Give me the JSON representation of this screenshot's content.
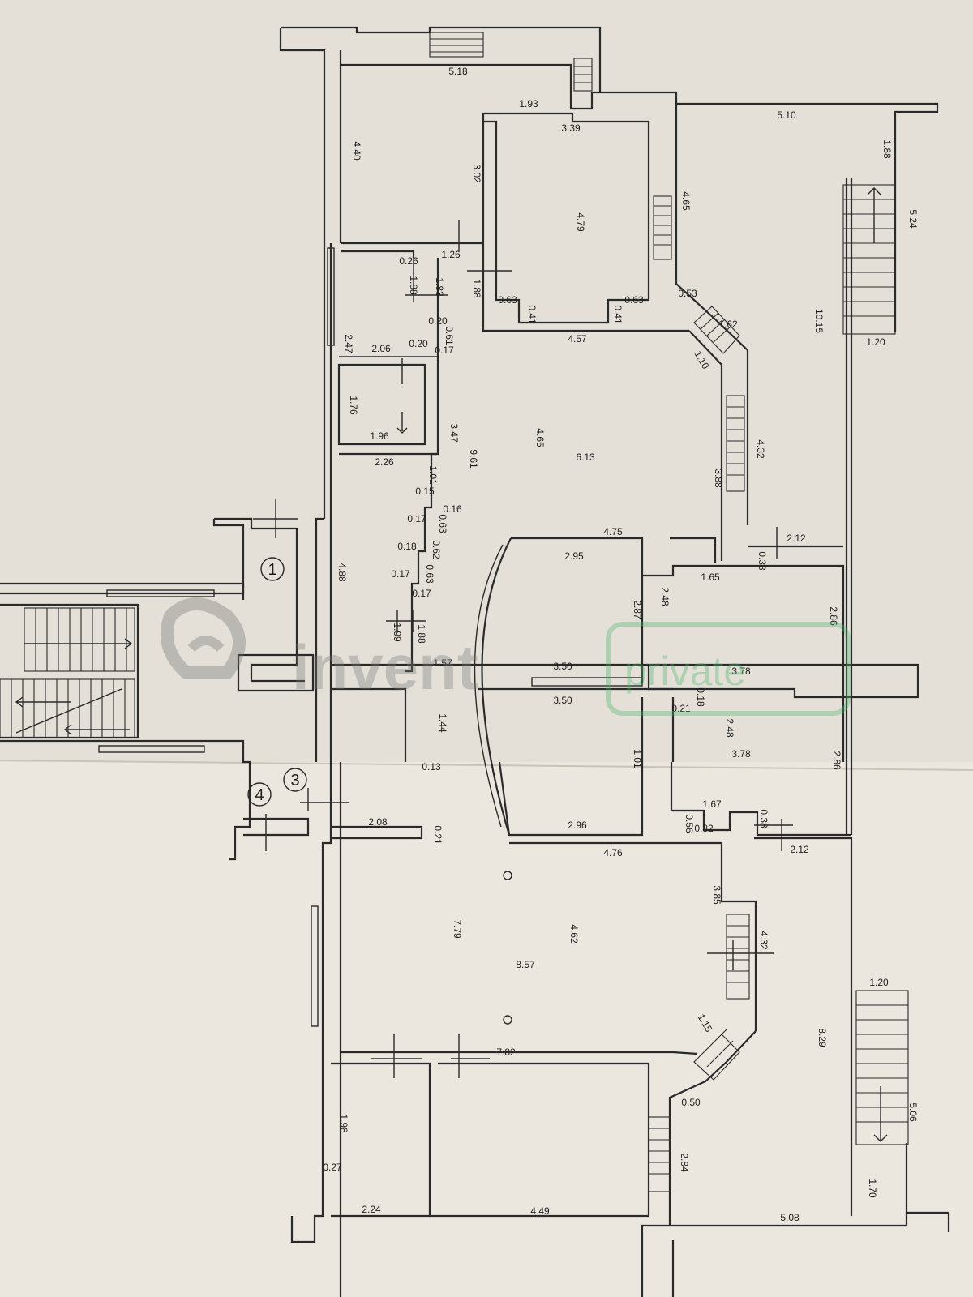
{
  "floor_plan": {
    "dimensions": [
      {
        "id": "d1",
        "text": "5.18"
      },
      {
        "id": "d2",
        "text": "4.40"
      },
      {
        "id": "d3",
        "text": "1.93"
      },
      {
        "id": "d4",
        "text": "3.39"
      },
      {
        "id": "d5",
        "text": "3.02"
      },
      {
        "id": "d6",
        "text": "4.79"
      },
      {
        "id": "d7",
        "text": "4.65"
      },
      {
        "id": "d8",
        "text": "5.10"
      },
      {
        "id": "d9",
        "text": "1.88"
      },
      {
        "id": "d10",
        "text": "5.24"
      },
      {
        "id": "d11",
        "text": "0.26"
      },
      {
        "id": "d12",
        "text": "1.26"
      },
      {
        "id": "d13",
        "text": "1.88"
      },
      {
        "id": "d14",
        "text": "1.83"
      },
      {
        "id": "d15",
        "text": "1.88"
      },
      {
        "id": "d16",
        "text": "0.63"
      },
      {
        "id": "d17",
        "text": "0.63"
      },
      {
        "id": "d18",
        "text": "0.41"
      },
      {
        "id": "d19",
        "text": "0.41"
      },
      {
        "id": "d20",
        "text": "0.53"
      },
      {
        "id": "d21",
        "text": "0.20"
      },
      {
        "id": "d22",
        "text": "0.61"
      },
      {
        "id": "d23",
        "text": "0.20"
      },
      {
        "id": "d24",
        "text": "0.17"
      },
      {
        "id": "d25",
        "text": "2.47"
      },
      {
        "id": "d26",
        "text": "2.06"
      },
      {
        "id": "d27",
        "text": "4.57"
      },
      {
        "id": "d28",
        "text": "1.62"
      },
      {
        "id": "d29",
        "text": "1.10"
      },
      {
        "id": "d30",
        "text": "10.15"
      },
      {
        "id": "d31",
        "text": "1.20"
      },
      {
        "id": "d32",
        "text": "1.76"
      },
      {
        "id": "d33",
        "text": "1.96"
      },
      {
        "id": "d34",
        "text": "3.47"
      },
      {
        "id": "d35",
        "text": "9.61"
      },
      {
        "id": "d36",
        "text": "4.65"
      },
      {
        "id": "d37",
        "text": "6.13"
      },
      {
        "id": "d38",
        "text": "4.32"
      },
      {
        "id": "d39",
        "text": "3.88"
      },
      {
        "id": "d40",
        "text": "2.26"
      },
      {
        "id": "d41",
        "text": "1.01"
      },
      {
        "id": "d42",
        "text": "0.15"
      },
      {
        "id": "d43",
        "text": "0.16"
      },
      {
        "id": "d44",
        "text": "0.17"
      },
      {
        "id": "d45",
        "text": "0.63"
      },
      {
        "id": "d46",
        "text": "0.18"
      },
      {
        "id": "d47",
        "text": "0.62"
      },
      {
        "id": "d48",
        "text": "0.17"
      },
      {
        "id": "d49",
        "text": "0.63"
      },
      {
        "id": "d50",
        "text": "0.17"
      },
      {
        "id": "d51",
        "text": "4.88"
      },
      {
        "id": "d52",
        "text": "1.99"
      },
      {
        "id": "d53",
        "text": "1.88"
      },
      {
        "id": "d54",
        "text": "4.75"
      },
      {
        "id": "d55",
        "text": "2.12"
      },
      {
        "id": "d56",
        "text": "0.38"
      },
      {
        "id": "d57",
        "text": "2.95"
      },
      {
        "id": "d58",
        "text": "1.65"
      },
      {
        "id": "d59",
        "text": "2.87"
      },
      {
        "id": "d60",
        "text": "2.48"
      },
      {
        "id": "d61",
        "text": "2.86"
      },
      {
        "id": "d62",
        "text": "1.57"
      },
      {
        "id": "d63",
        "text": "3.50"
      },
      {
        "id": "d64",
        "text": "3.78"
      },
      {
        "id": "d65",
        "text": "3.50"
      },
      {
        "id": "d66",
        "text": "0.18"
      },
      {
        "id": "d67",
        "text": "0.21"
      },
      {
        "id": "d68",
        "text": "1.44"
      },
      {
        "id": "d69",
        "text": "2.48"
      },
      {
        "id": "d70",
        "text": "3.78"
      },
      {
        "id": "d71",
        "text": "0.13"
      },
      {
        "id": "d72",
        "text": "1.01"
      },
      {
        "id": "d73",
        "text": "2.86"
      },
      {
        "id": "d74",
        "text": "2.08"
      },
      {
        "id": "d75",
        "text": "0.21"
      },
      {
        "id": "d76",
        "text": "1.67"
      },
      {
        "id": "d77",
        "text": "0.38"
      },
      {
        "id": "d78",
        "text": "0.56"
      },
      {
        "id": "d79",
        "text": "0.82"
      },
      {
        "id": "d80",
        "text": "2.96"
      },
      {
        "id": "d81",
        "text": "2.12"
      },
      {
        "id": "d82",
        "text": "4.76"
      },
      {
        "id": "d83",
        "text": "3.85"
      },
      {
        "id": "d84",
        "text": "7.79"
      },
      {
        "id": "d85",
        "text": "4.62"
      },
      {
        "id": "d86",
        "text": "4.32"
      },
      {
        "id": "d87",
        "text": "8.57"
      },
      {
        "id": "d88",
        "text": "1.20"
      },
      {
        "id": "d89",
        "text": "1.15"
      },
      {
        "id": "d90",
        "text": "8.29"
      },
      {
        "id": "d91",
        "text": "7.82"
      },
      {
        "id": "d92",
        "text": "0.50"
      },
      {
        "id": "d93",
        "text": "1.98"
      },
      {
        "id": "d94",
        "text": "5.06"
      },
      {
        "id": "d95",
        "text": "2.84"
      },
      {
        "id": "d96",
        "text": "0.27"
      },
      {
        "id": "d97",
        "text": "1.70"
      },
      {
        "id": "d98",
        "text": "2.24"
      },
      {
        "id": "d99",
        "text": "4.49"
      },
      {
        "id": "d100",
        "text": "5.08"
      }
    ],
    "markers": [
      {
        "id": "m1",
        "text": "1"
      },
      {
        "id": "m3",
        "text": "3"
      },
      {
        "id": "m4",
        "text": "4"
      }
    ],
    "watermark": {
      "logo_text": "invent",
      "tag_text": "private",
      "tag_color": "#49b36a"
    }
  }
}
